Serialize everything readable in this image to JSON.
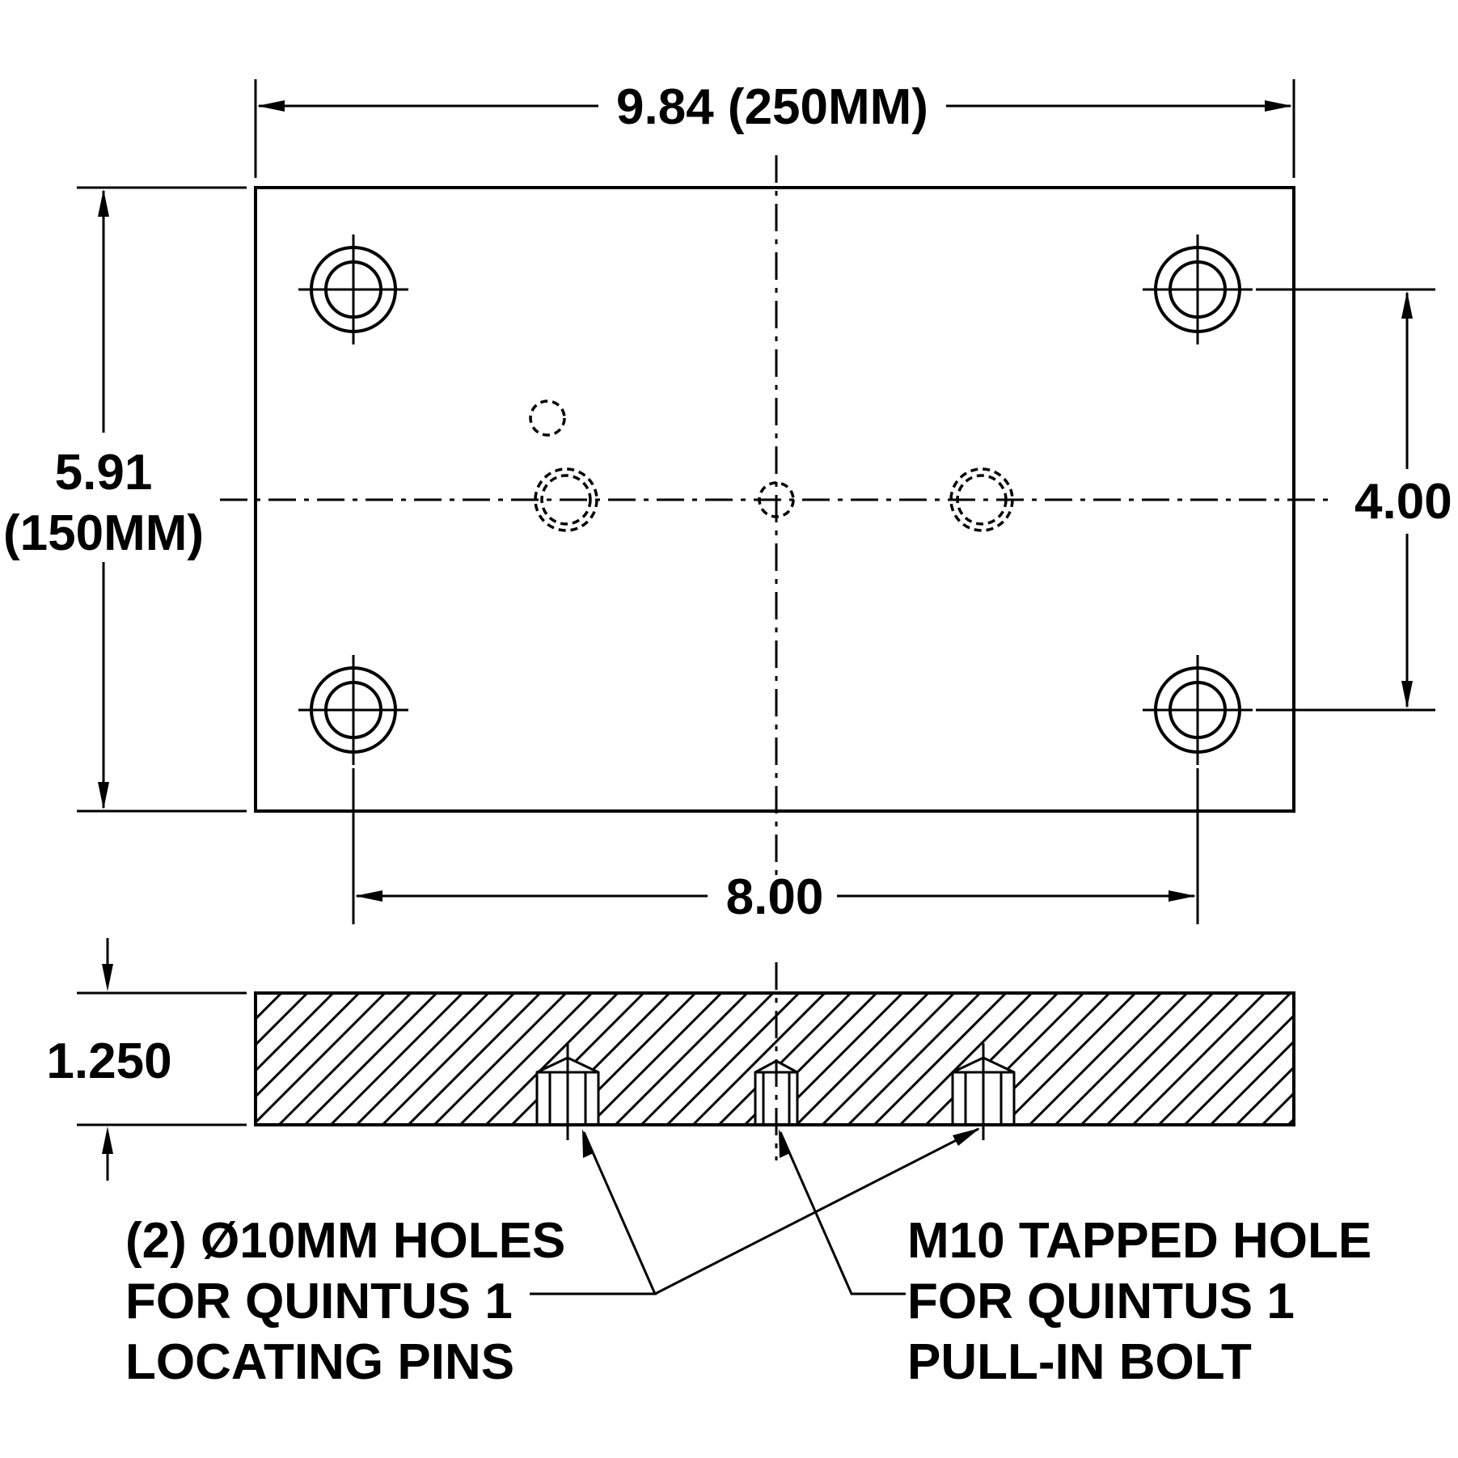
{
  "colors": {
    "line": "#000000",
    "background": "#ffffff"
  },
  "dimensions": {
    "width": "9.84 (250MM)",
    "height_in": "5.91",
    "height_mm": "(150MM)",
    "hole_vertical": "4.00",
    "hole_horizontal": "8.00",
    "thickness": "1.250"
  },
  "notes": {
    "left": [
      "(2) Ø10MM HOLES",
      "FOR QUINTUS 1",
      "LOCATING PINS"
    ],
    "right": [
      "M10 TAPPED HOLE",
      "FOR QUINTUS 1",
      "PULL-IN BOLT"
    ]
  }
}
